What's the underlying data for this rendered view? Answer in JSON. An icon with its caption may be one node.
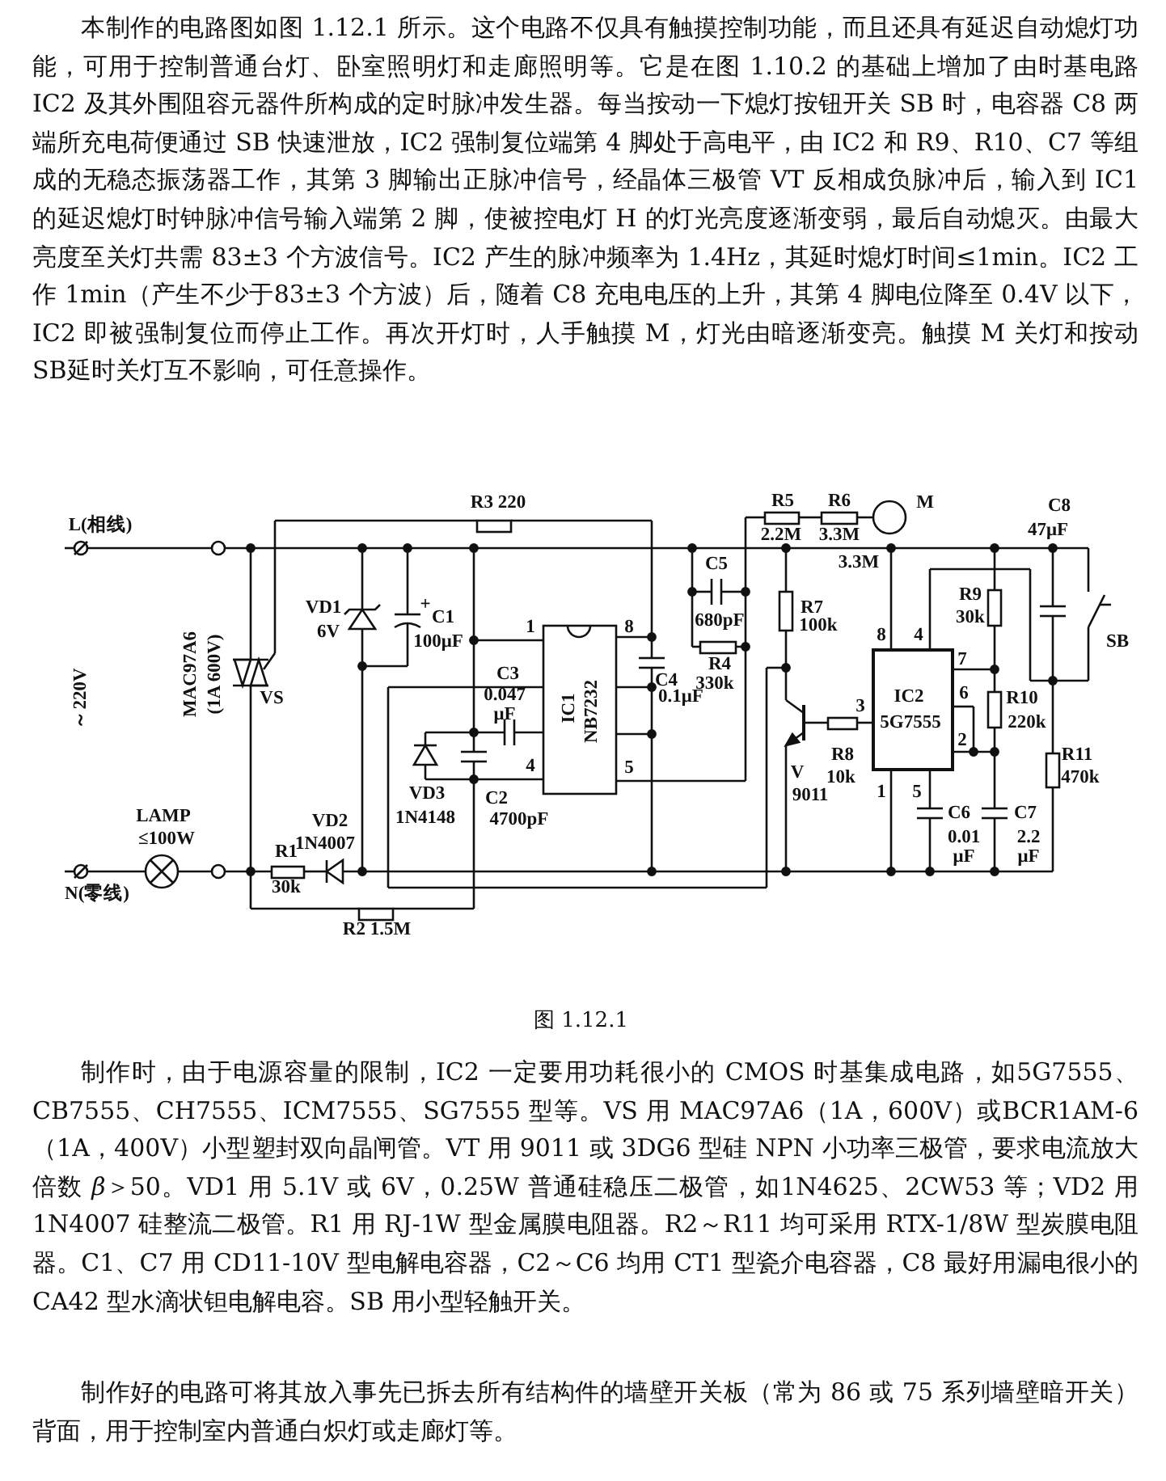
{
  "diagram": {
    "caption": "图 1.12.1",
    "labels": [
      "本制作的电路图如图 1.12.1 所示。这个电路不仅具有触摸控制功能，而且还具有延迟自动熄灯功能，可用于控制普通台灯、卧室照明灯和走廊照明等。它是在图 1.10.2 的基础上增加了由时基电路 IC2 及其外围阻容元器件所构成的定时脉冲发生器。每当按动一下熄灯按钮开关 SB 时，电容器 C8 两端所充电荷便通过 SB 快速泄放，IC2 强制复位端第 4 脚处于高电平，由 IC2 和 R9、R10、C7 等组成的无稳态振荡器工作，其第 3 脚输出正脉冲信号，经晶体三极管 VT 反相成负脉冲后，输入到 IC1 的延迟熄灯时钟脉冲信号输入端第 2 脚，使被控电灯 H 的灯光亮度逐渐变弱，最后自动熄灭。由最大亮度至关灯共需 83±3 个方波信号。IC2 产生的脉冲频率为 1.4Hz，其延时熄灯时间≤1min。IC2 工作 1min（产生不少于83±3 个方波）后，随着 C8 充电电压的上升，其第 4 脚电位降至 0.4V 以下，IC2 即被强制复位而停止工作。再次开灯时，人手触摸 M，灯光由暗逐渐变亮。触摸 M 关灯和按动 SB延时关灯互不影响，可任意操作。",
      "R3 220",
      "R5",
      "R6",
      "M",
      "C8",
      "L(相线)",
      "2.2M",
      "3.3M",
      "47μF",
      "C5",
      "3.3M",
      "VD1",
      "+",
      "R7",
      "R9",
      "C1",
      "680pF",
      "100k",
      "30k",
      "6V",
      "1",
      "100μF",
      "8",
      "8",
      "4",
      "SB",
      "～220V",
      "MAC97A6",
      "(1A 600V)",
      "VS",
      "R4",
      "7",
      "C3",
      "C4",
      "330k",
      "0.047 μF",
      "IC1",
      "NB7232",
      "0.1μF",
      "3",
      "IC2",
      "6",
      "R10",
      "5G7555",
      "220k",
      "2",
      "R8",
      "R11",
      "4",
      "5",
      "V",
      "10k",
      "470k",
      "VD3",
      "C2",
      "9011",
      "1",
      "5",
      "LAMP",
      "VD2",
      "1N4148",
      "4700pF",
      "C6",
      "C7",
      "≤100W",
      "1N4007",
      "0.01 μF",
      "2.2 μF",
      "R1",
      "30k",
      "N(零线)",
      "R2 1.5M",
      "制作时，由于电源容量的限制，IC2 一定要用功耗很小的 CMOS 时基集成电路，如5G7555、CB7555、CH7555、ICM7555、SG7555 型等。VS 用 MAC97A6（1A，600V）或BCR1AM-6（1A，400V）小型塑封双向晶闸管。VT 用 9011 或 3DG6 型硅 NPN 小功率三极管，要求电流放大倍数 *β*＞50。VD1 用 5.1V 或 6V，0.25W 普通硅稳压二极管，如1N4625、2CW53 等；VD2 用 1N4007 硅整流二极管。R1 用 RJ-1W 型金属膜电阻器。R2～R11 均可采用 RTX-1/8W 型炭膜电阻器。C1、C7 用 CD11-10V 型电解电容器，C2～C6 均用 CT1 型瓷介电容器，C8 最好用漏电很小的 CA42 型水滴状钽电解电容。SB 用小型轻触开关。",
      "制作好的电路可将其放入事先已拆去所有结构件的墙壁开关板（常为 86 或 75 系列墙壁暗开关）背面，用于控制室内普通白炽灯或走廊灯等。"
    ]
  }
}
